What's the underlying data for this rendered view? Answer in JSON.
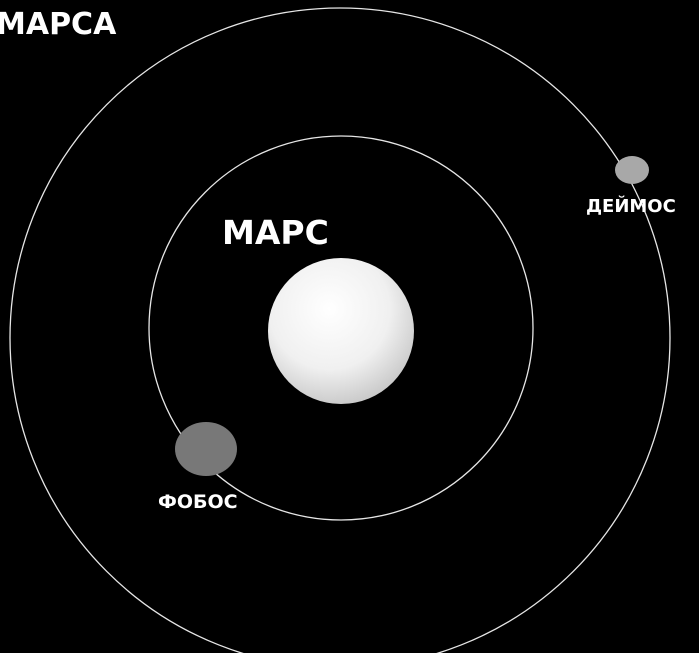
{
  "title": "МАРСА",
  "planet": {
    "label": "МАРС"
  },
  "moons": {
    "phobos": {
      "label": "ФОБОС",
      "color": "#787878"
    },
    "deimos": {
      "label": "ДЕЙМОС",
      "color": "#a8a8a8"
    }
  },
  "colors": {
    "background": "#000000",
    "orbit": "#e6e6e6",
    "text": "#ffffff"
  }
}
